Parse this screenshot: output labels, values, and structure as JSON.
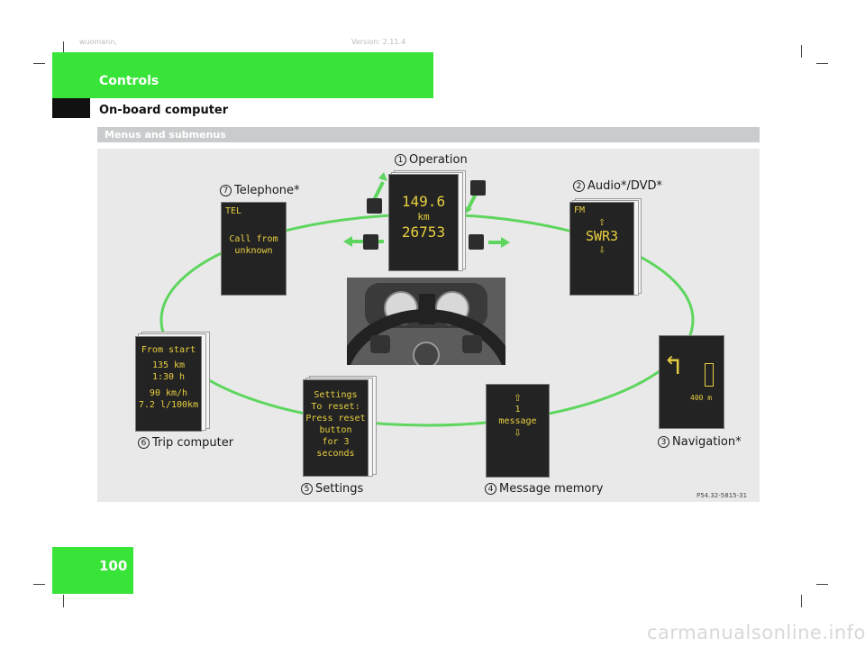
{
  "meta": {
    "left": "wuomann,",
    "right": "Version: 2.11.4"
  },
  "header": {
    "section": "Controls",
    "subsection": "On-board computer"
  },
  "subheader": "Menus and submenus",
  "figure_code": "P54.32-5815-31",
  "menus": {
    "operation": {
      "num": "1",
      "label": "Operation",
      "lines": [
        "149.6",
        "km",
        "26753"
      ]
    },
    "audio": {
      "num": "2",
      "label": "Audio*/DVD*",
      "band": "FM",
      "station": "SWR3"
    },
    "navigation": {
      "num": "3",
      "label": "Navigation*",
      "distance": "400 m"
    },
    "message": {
      "num": "4",
      "label": "Message memory",
      "lines": [
        "1",
        "message"
      ]
    },
    "settings": {
      "num": "5",
      "label": "Settings",
      "lines": [
        "Settings",
        "To reset:",
        "Press reset",
        "button",
        "for 3",
        "seconds"
      ]
    },
    "trip": {
      "num": "6",
      "label": "Trip computer",
      "lines": [
        "From start",
        "135 km",
        "1:30 h",
        "90 km/h",
        "7.2 l/100km"
      ]
    },
    "telephone": {
      "num": "7",
      "label": "Telephone*",
      "lines": [
        "TEL",
        "Call from",
        "unknown"
      ]
    }
  },
  "page_number": "100",
  "watermark": "carmanualsonline.info",
  "colors": {
    "green": "#38e438",
    "ellipse": "#5ed65e",
    "lcd_text": "#e8d040"
  }
}
